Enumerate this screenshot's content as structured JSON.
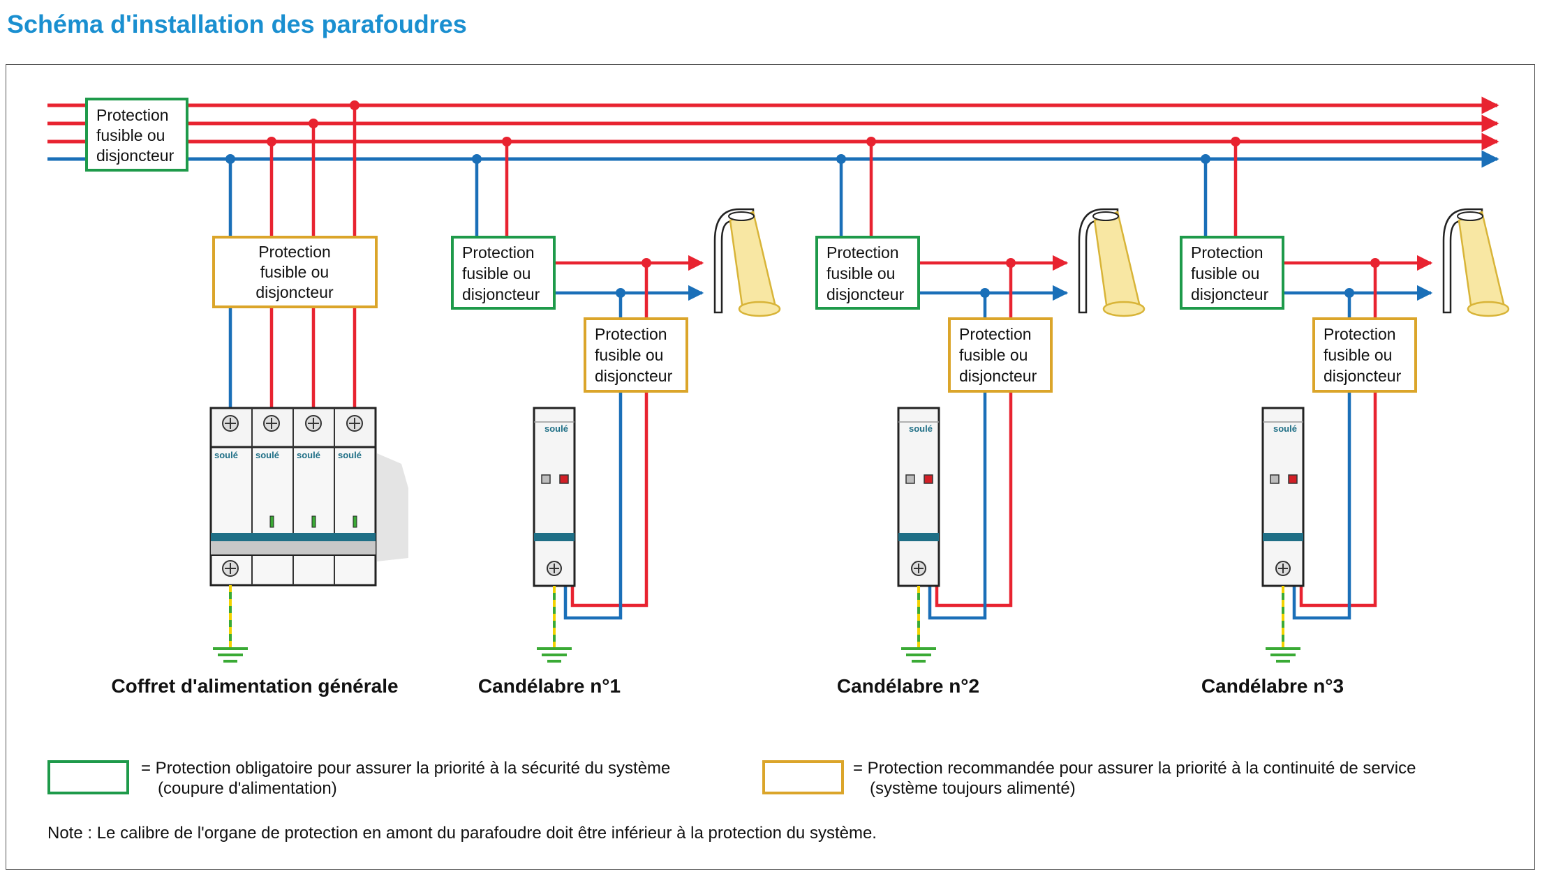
{
  "title": "Schéma d'installation des parafoudres",
  "colors": {
    "phase": "#e82330",
    "neutral": "#1a6fb8",
    "mandatory_box": "#1e9a4a",
    "recommended_box": "#dba52a",
    "title": "#1a8fd0",
    "earth_green": "#3aaa35",
    "earth_yellow": "#f2d200",
    "module_band": "#1f6f86"
  },
  "protection_box_lines": [
    "Protection",
    "fusible ou",
    "disjoncteur"
  ],
  "brand": "soulé",
  "captions": {
    "main": "Coffret d'alimentation générale",
    "c1": "Candélabre n°1",
    "c2": "Candélabre n°2",
    "c3": "Candélabre n°3"
  },
  "legend": {
    "mandatory_line1": "= Protection obligatoire pour assurer la priorité à la sécurité du système",
    "mandatory_line2": "(coupure d'alimentation)",
    "recommended_line1": "= Protection recommandée pour assurer la priorité à la continuité de service",
    "recommended_line2": "(système toujours alimenté)"
  },
  "note": "Note : Le calibre de l'organe de protection en amont du parafoudre doit être inférieur à la protection du système.",
  "icons": [
    "street-lamp-icon",
    "earth-ground-icon",
    "screw-terminal-icon",
    "surge-arrester-icon",
    "arrow-right-icon"
  ]
}
